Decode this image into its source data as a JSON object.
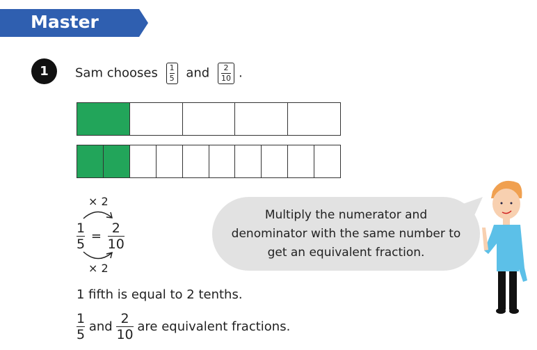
{
  "banner": {
    "title": "Master"
  },
  "question": {
    "number": "1",
    "text_before": "Sam chooses",
    "connector": "and",
    "end": ".",
    "fraction_a": {
      "numerator": "1",
      "denominator": "5"
    },
    "fraction_b": {
      "numerator": "2",
      "denominator": "10"
    }
  },
  "bar_models": [
    {
      "parts": 5,
      "shaded": 1
    },
    {
      "parts": 10,
      "shaded": 2
    }
  ],
  "colors": {
    "banner": "#2f5fb0",
    "shaded": "#22a55a",
    "bubble": "#e2e2e2"
  },
  "working": {
    "top_operator": "× 2",
    "bottom_operator": "× 2",
    "left": {
      "numerator": "1",
      "denominator": "5"
    },
    "equals": "=",
    "right": {
      "numerator": "2",
      "denominator": "10"
    }
  },
  "speech": {
    "line1": "Multiply the numerator and",
    "line2": "denominator with the same number to",
    "line3": "get an equivalent fraction."
  },
  "statement1": "1 fifth is equal to 2 tenths.",
  "statement2": {
    "a_num": "1",
    "a_den": "5",
    "connector": "and",
    "b_num": "2",
    "b_den": "10",
    "rest": "are equivalent fractions."
  }
}
